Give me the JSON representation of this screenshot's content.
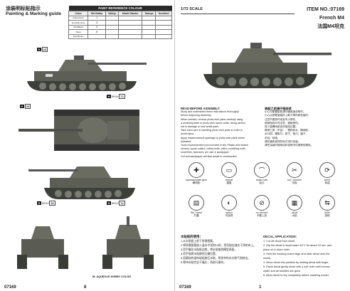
{
  "left": {
    "title_cn": "涂装明标贴指示",
    "title_en": "Painting & Marking guide",
    "table": {
      "caption": "PAINT REFERENCE COLOUR",
      "headers": [
        "Color",
        "Mr.Hobby",
        "Vallejo",
        "Model Master",
        "Tamiya",
        "Humbrol"
      ],
      "rows": [
        {
          "color": "Field Green",
          "swatch": "#556b3a",
          "mrhobby": "1",
          "vallejo": "",
          "modelmaster": "",
          "tamiya": "",
          "humbrol": ""
        },
        {
          "color": "Gunship Grey",
          "swatch": "#6a6d70",
          "mrhobby": "3",
          "vallejo": "",
          "modelmaster": "",
          "tamiya": "",
          "humbrol": ""
        },
        {
          "color": "Flat Black",
          "swatch": "#1a1a1a",
          "mrhobby": "3",
          "vallejo": "",
          "modelmaster": "",
          "tamiya": "",
          "humbrol": ""
        },
        {
          "color": "Silver",
          "swatch": "#b5b5b5",
          "mrhobby": "8",
          "vallejo": "",
          "modelmaster": "",
          "tamiya": "",
          "humbrol": ""
        },
        {
          "color": "Red Brown",
          "swatch": "#6b2a1e",
          "mrhobby": "",
          "vallejo": "",
          "modelmaster": "",
          "tamiya": "",
          "humbrol": ""
        }
      ]
    },
    "page_number": "8",
    "item_number": "07169",
    "footer_note": "M: AQUEOUS HOBBY COLOR",
    "refs": [
      {
        "code": "H",
        "label": "",
        "box": "26"
      },
      {
        "code": "H",
        "label": "",
        "box": "26"
      },
      {
        "code": "H",
        "label": "50%+",
        "box": "72"
      },
      {
        "code": "H",
        "label": "50%+",
        "box": "26"
      },
      {
        "code": "H",
        "label": "50%+",
        "box": "72"
      }
    ]
  },
  "right": {
    "scale": "1/72 SCALE",
    "item_label": "ITEM NO.:07169",
    "model_en": "French M4",
    "model_cn": "法国M4坦克",
    "page_number": "1",
    "item_number": "07169",
    "before_hdr_en": "READ BEFORE ASSEMBLY:",
    "before_hdr_cn": "装配之前请仔细阅读",
    "before_en": [
      "Study and understand these instructions thoroughly",
      "before beginning assembly.",
      "When needed, remove photo-etch parts carefully using",
      "a modeling knife or photo etch sprue cutter, being careful",
      "not to damage or lose small parts.",
      "Take extra care in handling photo etch parts in order to",
      "avoid injury.",
      "Apply instant cement sparingly to photo etch parts where",
      "indicated.",
      "Tools recommended (not included in kit): Plastic and instant",
      "cement, sprue cutters, hobby knife, pliers, modeling knife,",
      "small files, tweezers, pin vise & sandpaper.",
      "Cut and sandpaper will also assist in construction."
    ],
    "before_cn": [
      "小心与配模型前请仔细阅读说明书。",
      "小心从铁框架组件上取下零件和安装时，",
      "注意不要损坏或丢失小零件。",
      "使用蚀刻片时注意，避免受伤。",
      "将少量瞬间胶涂在指定位置。",
      "推荐工具（不含）：塑料胶水，瞬间胶，",
      "水口钳，模型刀，钳子，锉刀，镊子，",
      "手钻，砂纸。",
      "请在通风良好的地方进行涂装。",
      "请在涂装时使用涂料说明书中推荐的颜色。"
    ],
    "icons": [
      {
        "symbol": "✚",
        "label_en": "cyanoacrylate glue",
        "label_cn": "瞬间胶"
      },
      {
        "symbol": "▭",
        "label_en": "repeat",
        "label_cn": "重复"
      },
      {
        "symbol": "⌒",
        "label_en": "make hole",
        "label_cn": "钻孔"
      },
      {
        "symbol": "✂",
        "label_en": "cut / remove",
        "label_cn": "切除"
      },
      {
        "symbol": "⟳",
        "label_en": "bend",
        "label_cn": "弯曲"
      },
      {
        "symbol": "▤",
        "label_en": "file / sand",
        "label_cn": "打磨"
      },
      {
        "symbol": "◐",
        "label_en": "option",
        "label_cn": "可选择"
      },
      {
        "symbol": "⊘",
        "label_en": "no cement",
        "label_cn": "不要上胶"
      },
      {
        "symbol": "▦",
        "label_en": "decal",
        "label_cn": "水贴"
      },
      {
        "symbol": "⇆",
        "label_en": "twist",
        "label_cn": "扭转"
      }
    ],
    "decal_cn_hdr": "水贴纸的使用：",
    "decal_cn": [
      "1.从水贴纸上剪下所需图案。",
      "2.将所需图案放入温水中浸泡10秒，然后取出放在干净的布上。",
      "3.用手握住水贴纸边缘，将水贴推到模型表面。",
      "4.用手指将水贴移到正确位置。",
      "5.用柔软的湿布轻轻按压水贴，将多余的水分和气泡挤出。",
      "6.等待水贴完全干燥后，再进行操作。"
    ],
    "decal_en_hdr": "DECAL APPLICATION:",
    "decal_en": [
      "1. Cut off decal from sheet.",
      "2. Dip the decal in tepid water 40°C for about 10 sec. and",
      "   place on a clean cloth.",
      "3. Hold the backing sheet edge and slide decal onto the",
      "   model.",
      "4. Move decal into position by wetting decal with finger.",
      "5. Press decal gently down with a soft cloth until excess",
      "   water and air bubbles are gone.",
      "6. Allow decal to dry completely before handling model."
    ]
  }
}
